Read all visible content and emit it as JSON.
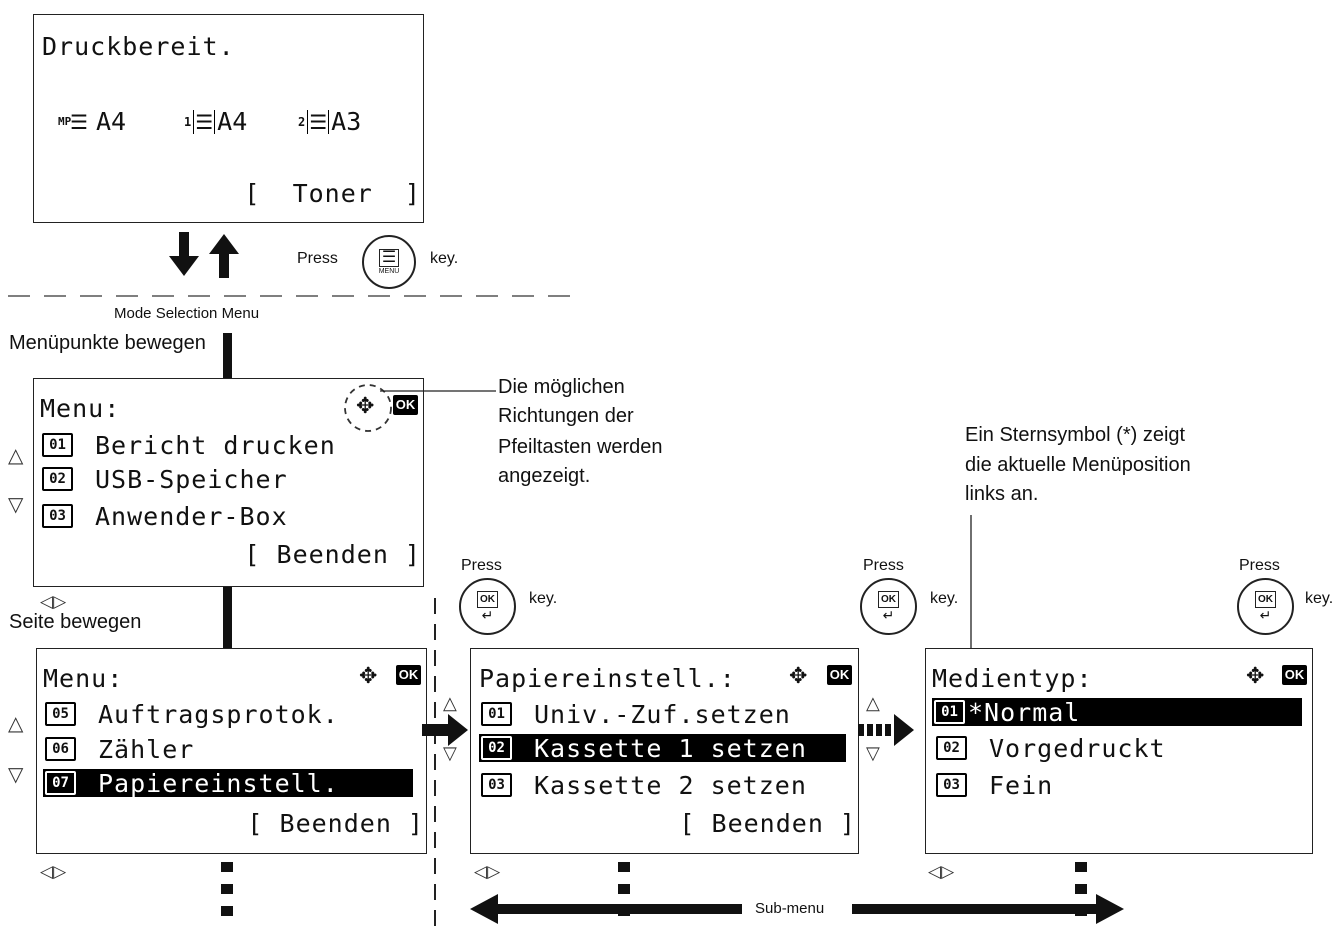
{
  "ready_screen": {
    "title": "Druckbereit.",
    "trays": [
      {
        "id": "MP",
        "size": "A4"
      },
      {
        "id": "1",
        "size": "A4"
      },
      {
        "id": "2",
        "size": "A3"
      }
    ],
    "softkey": "[  Toner  ]"
  },
  "transition": {
    "press_label": "Press",
    "key_label": "key.",
    "menu_key_text": "MENU",
    "mode_selection": "Mode Selection Menu"
  },
  "labels": {
    "menu_move": "Menüpunkte bewegen",
    "page_move": "Seite bewegen",
    "arrow_note": [
      "Die möglichen",
      "Richtungen der",
      "Pfeiltasten werden",
      "angezeigt."
    ],
    "star_note": [
      "Ein Sternsymbol (*) zeigt",
      "die aktuelle Menüposition",
      "links an."
    ],
    "submenu": "Sub-menu"
  },
  "menu_page1": {
    "title": "Menu:",
    "items": [
      {
        "num": "01",
        "label": "Bericht drucken"
      },
      {
        "num": "02",
        "label": "USB-Speicher"
      },
      {
        "num": "03",
        "label": "Anwender-Box"
      }
    ],
    "softkey": "[ Beenden ]",
    "ok": "OK"
  },
  "menu_page2": {
    "title": "Menu:",
    "items": [
      {
        "num": "05",
        "label": "Auftragsprotok."
      },
      {
        "num": "06",
        "label": "Zähler"
      },
      {
        "num": "07",
        "label": "Papiereinstell."
      }
    ],
    "softkey": "[ Beenden ]",
    "ok": "OK"
  },
  "paper_screen": {
    "title": "Papiereinstell.:",
    "items": [
      {
        "num": "01",
        "label": "Univ.-Zuf.setzen"
      },
      {
        "num": "02",
        "label": "Kassette 1 setzen"
      },
      {
        "num": "03",
        "label": "Kassette 2 setzen"
      }
    ],
    "softkey": "[ Beenden ]",
    "ok": "OK"
  },
  "media_screen": {
    "title": "Medientyp:",
    "items": [
      {
        "num": "01",
        "label": "*Normal"
      },
      {
        "num": "02",
        "label": "Vorgedruckt"
      },
      {
        "num": "03",
        "label": "Fein"
      }
    ],
    "ok": "OK"
  },
  "keys": {
    "ok_key": "OK"
  },
  "colors": {
    "ink": "#111111",
    "selection": "#000000",
    "background": "#ffffff"
  }
}
